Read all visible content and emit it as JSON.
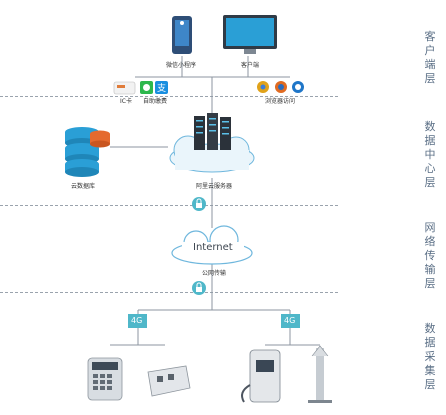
{
  "layers": {
    "client": "客户端层",
    "datacenter": "数据中心层",
    "network": "网络传输层",
    "collect": "数据采集层"
  },
  "nodes": {
    "mini_program": "微信小程序",
    "client_pc": "客户端",
    "ic_card": "IC卡",
    "self_pay": "自助缴费",
    "browser": "浏览器访问",
    "cloud_db": "云数据库",
    "cloud_server": "阿里云服务器",
    "internet": "Internet",
    "public_net": "公网传输",
    "signal_left": "4G",
    "signal_right": "4G"
  },
  "colors": {
    "accent": "#2a9fd6",
    "signal": "#4fb7c9",
    "cylinder": "#e56a2e"
  }
}
